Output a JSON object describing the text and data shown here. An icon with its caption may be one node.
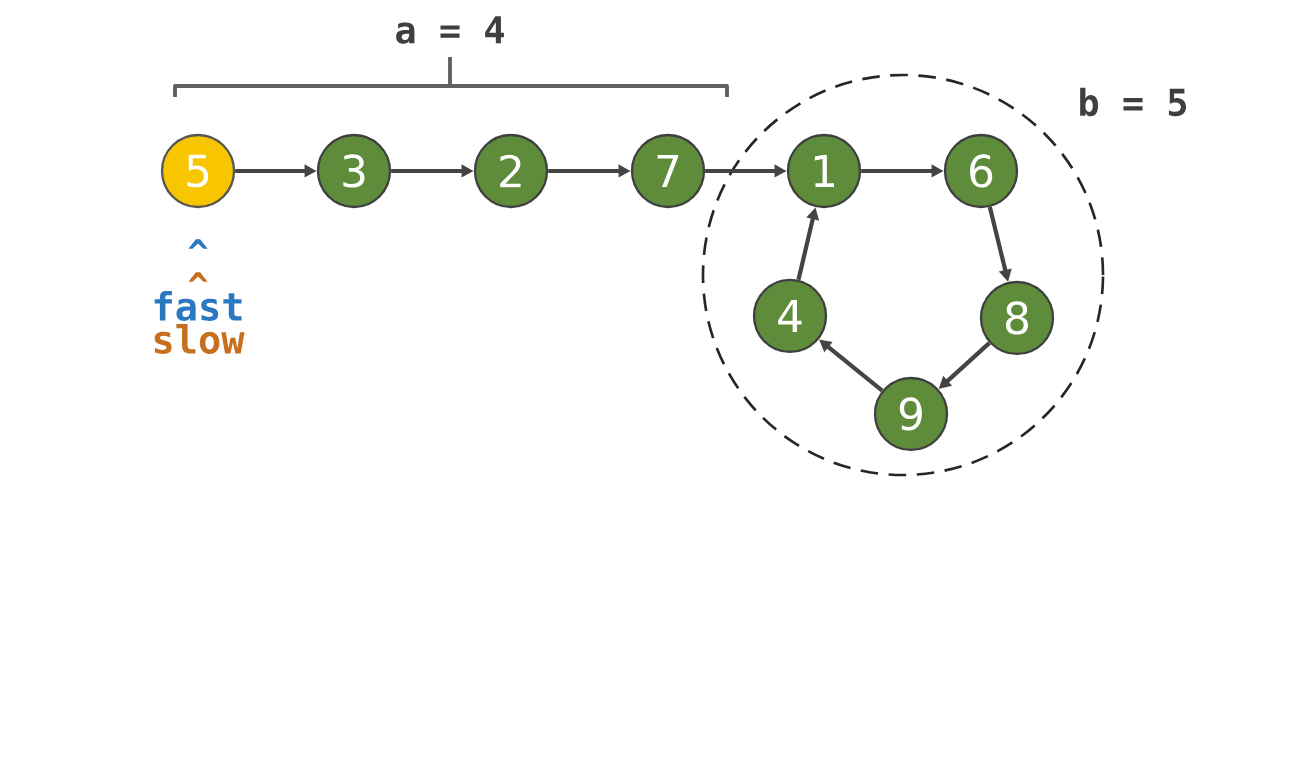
{
  "diagram": {
    "nodes": [
      {
        "text": [
          "5"
        ]
      },
      {
        "text": [
          "3"
        ]
      },
      {
        "text": [
          "2"
        ]
      },
      {
        "text": [
          "7"
        ]
      },
      {
        "text": [
          "1"
        ]
      },
      {
        "text": [
          "6"
        ]
      },
      {
        "text": [
          "8"
        ]
      },
      {
        "text": [
          "9"
        ]
      },
      {
        "text": [
          "4"
        ]
      }
    ],
    "edges": [
      {
        "from": 0,
        "to": 1,
        "arrow": "to"
      },
      {
        "from": 1,
        "to": 2,
        "arrow": "to"
      },
      {
        "from": 2,
        "to": 3,
        "arrow": "to"
      },
      {
        "from": 3,
        "to": 4,
        "arrow": "to"
      },
      {
        "from": 4,
        "to": 5,
        "arrow": "to"
      },
      {
        "from": 5,
        "to": 6,
        "arrow": "to"
      },
      {
        "from": 6,
        "to": 7,
        "arrow": "to"
      },
      {
        "from": 7,
        "to": 8,
        "arrow": "to"
      },
      {
        "from": 8,
        "to": 4,
        "arrow": "to"
      }
    ],
    "labels": [
      "a = 4",
      "b = 5",
      "^",
      "^",
      "fast",
      "slow"
    ]
  }
}
